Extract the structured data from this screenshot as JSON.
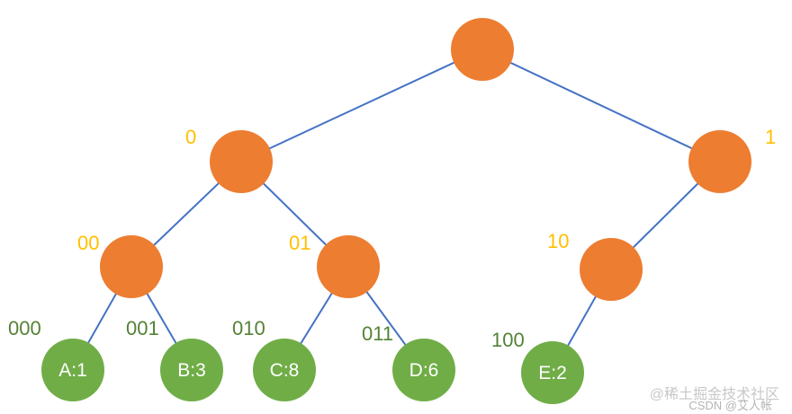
{
  "tree": {
    "nodes": [
      {
        "id": "root",
        "type": "internal",
        "label": "",
        "code": ""
      },
      {
        "id": "n0",
        "type": "internal",
        "label": "",
        "code": "0"
      },
      {
        "id": "n1",
        "type": "internal",
        "label": "",
        "code": "1"
      },
      {
        "id": "n00",
        "type": "internal",
        "label": "",
        "code": "00"
      },
      {
        "id": "n01",
        "type": "internal",
        "label": "",
        "code": "01"
      },
      {
        "id": "n10",
        "type": "internal",
        "label": "",
        "code": "10"
      },
      {
        "id": "A",
        "type": "leaf",
        "label": "A:1",
        "code": "000"
      },
      {
        "id": "B",
        "type": "leaf",
        "label": "B:3",
        "code": "001"
      },
      {
        "id": "C",
        "type": "leaf",
        "label": "C:8",
        "code": "010"
      },
      {
        "id": "D",
        "type": "leaf",
        "label": "D:6",
        "code": "011"
      },
      {
        "id": "E",
        "type": "leaf",
        "label": "E:2",
        "code": "100"
      }
    ],
    "edges": [
      [
        "root",
        "n0"
      ],
      [
        "root",
        "n1"
      ],
      [
        "n0",
        "n00"
      ],
      [
        "n0",
        "n01"
      ],
      [
        "n1",
        "n10"
      ],
      [
        "n00",
        "A"
      ],
      [
        "n00",
        "B"
      ],
      [
        "n01",
        "C"
      ],
      [
        "n01",
        "D"
      ],
      [
        "n10",
        "E"
      ]
    ]
  },
  "colors": {
    "internal_node": "#ed7d31",
    "leaf_node": "#70ad47",
    "edge": "#4472c4",
    "internal_code": "#ffc000",
    "leaf_code": "#548235"
  },
  "watermark": {
    "text": "@稀土掘金技术社区",
    "subtext": "CSDN @艾人帐"
  }
}
